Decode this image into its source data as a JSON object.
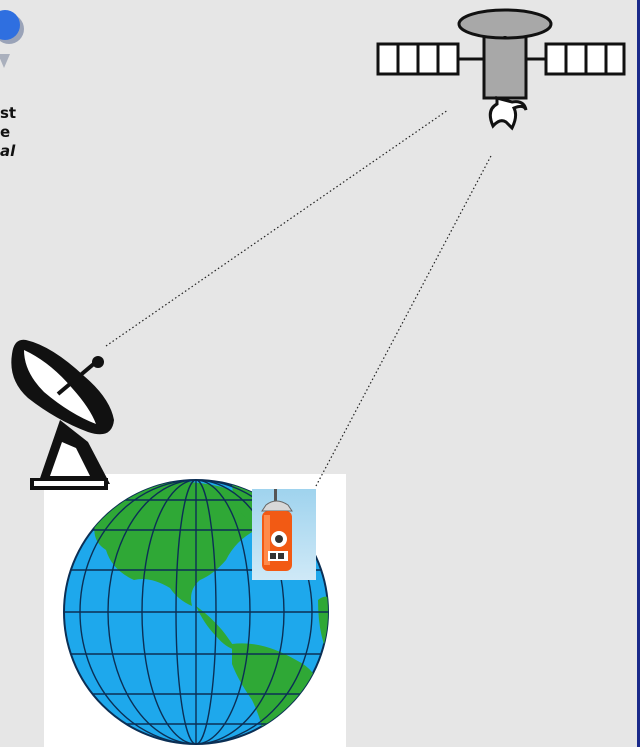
{
  "caption_fragment": {
    "line1": "st",
    "line2": "e",
    "line3": "al"
  },
  "colors": {
    "background": "#e6e6e6",
    "border": "#1a2a8a",
    "ocean": "#1ea8ec",
    "land": "#2fa836",
    "beacon_body": "#f25a14",
    "signal_line": "#222222"
  },
  "elements": {
    "satellite": "satellite-icon",
    "ground_station": "satellite-dish-icon",
    "earth": "globe-icon",
    "beacon": "epirb-beacon-icon"
  }
}
